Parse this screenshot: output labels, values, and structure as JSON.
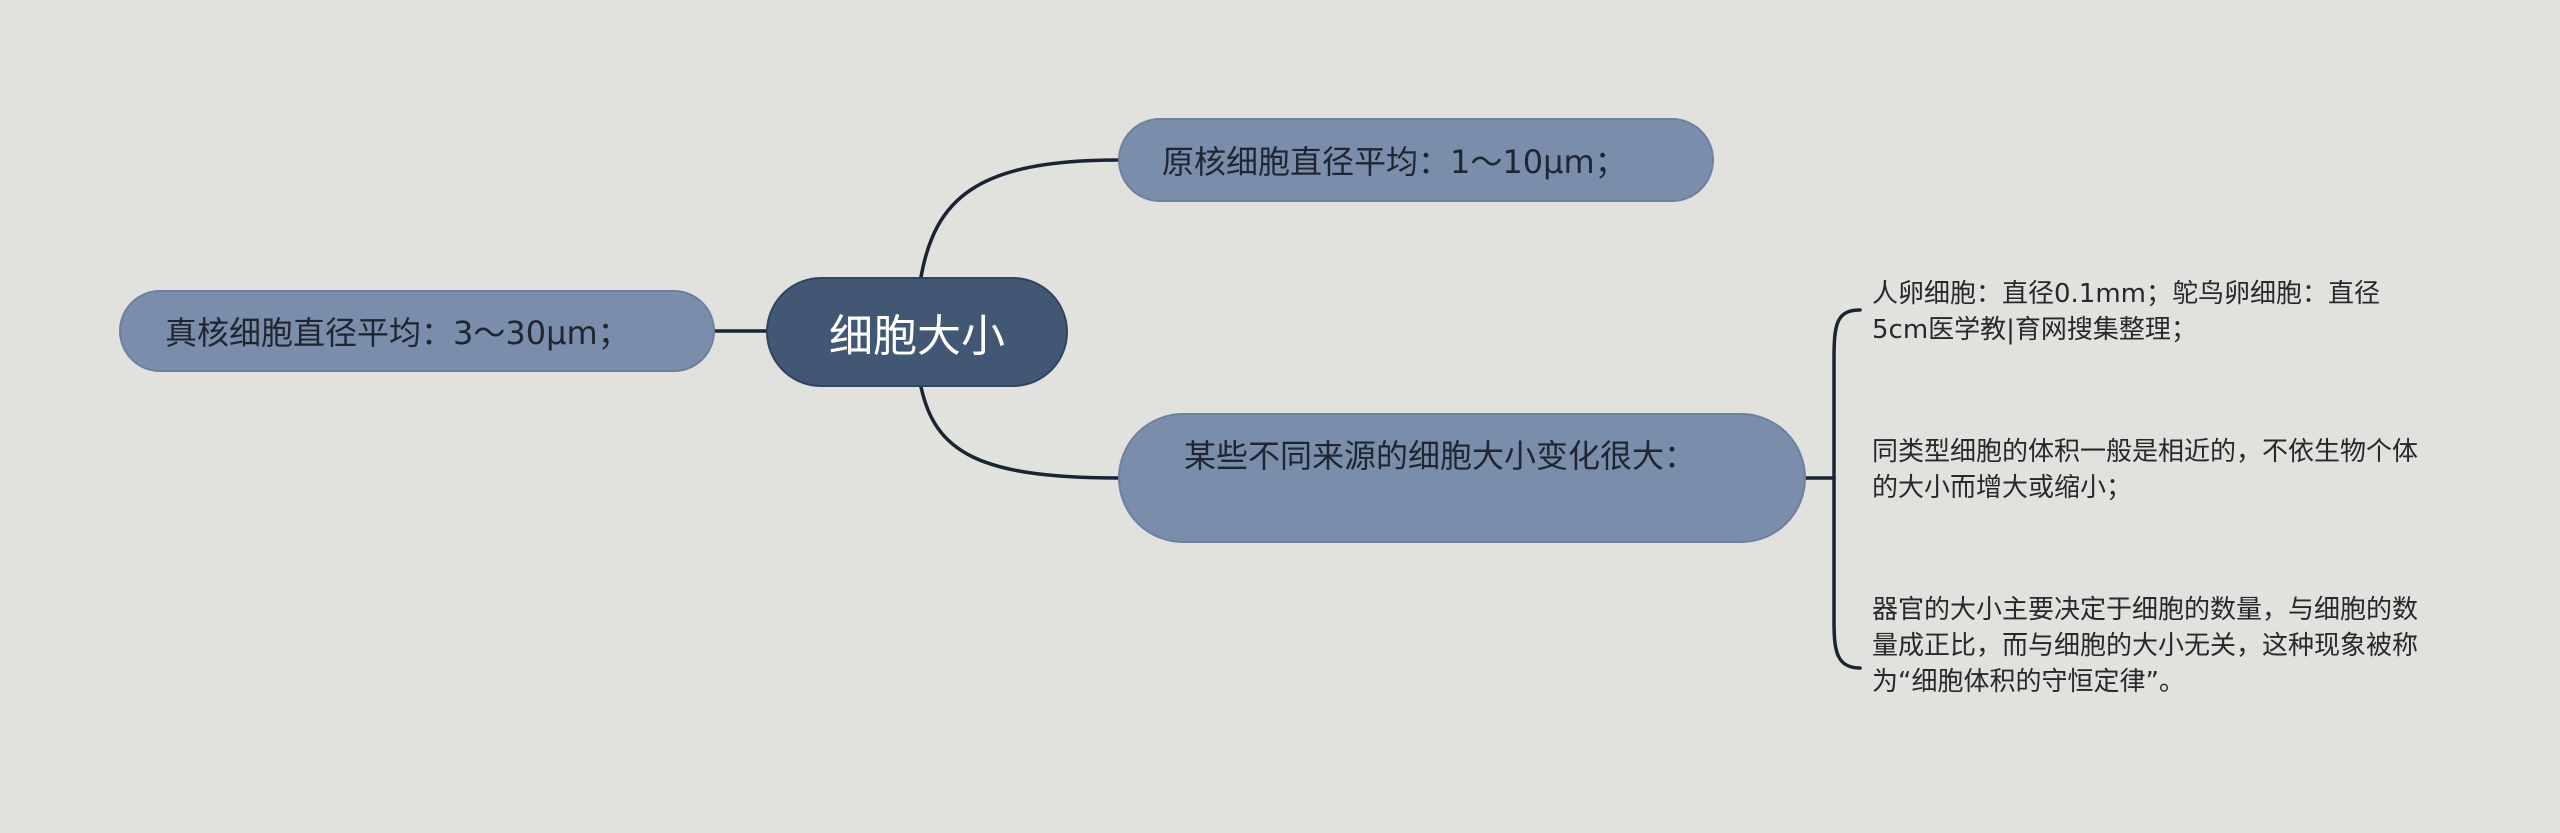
{
  "mindmap": {
    "root": {
      "label": "细胞大小"
    },
    "branches": {
      "left": {
        "label": "真核细胞直径平均：3～30μm；"
      },
      "top": {
        "label": "原核细胞直径平均：1～10μm；"
      },
      "bottom": {
        "label": "某些不同来源的细胞大小变化很大：",
        "children": [
          {
            "label": "人卵细胞：直径0.1mm；鸵鸟卵细胞：直径5cm医学教|育网搜集整理；"
          },
          {
            "label": "同类型细胞的体积一般是相近的，不依生物个体的大小而增大或缩小；"
          },
          {
            "label": "器官的大小主要决定于细胞的数量，与细胞的数量成正比，而与细胞的大小无关，这种现象被称为“细胞体积的守恒定律”。"
          }
        ]
      }
    },
    "colors": {
      "background": "#e1e2de",
      "root_fill": "#415774",
      "branch_fill": "#7a8dab",
      "connector": "#1b2433"
    }
  }
}
